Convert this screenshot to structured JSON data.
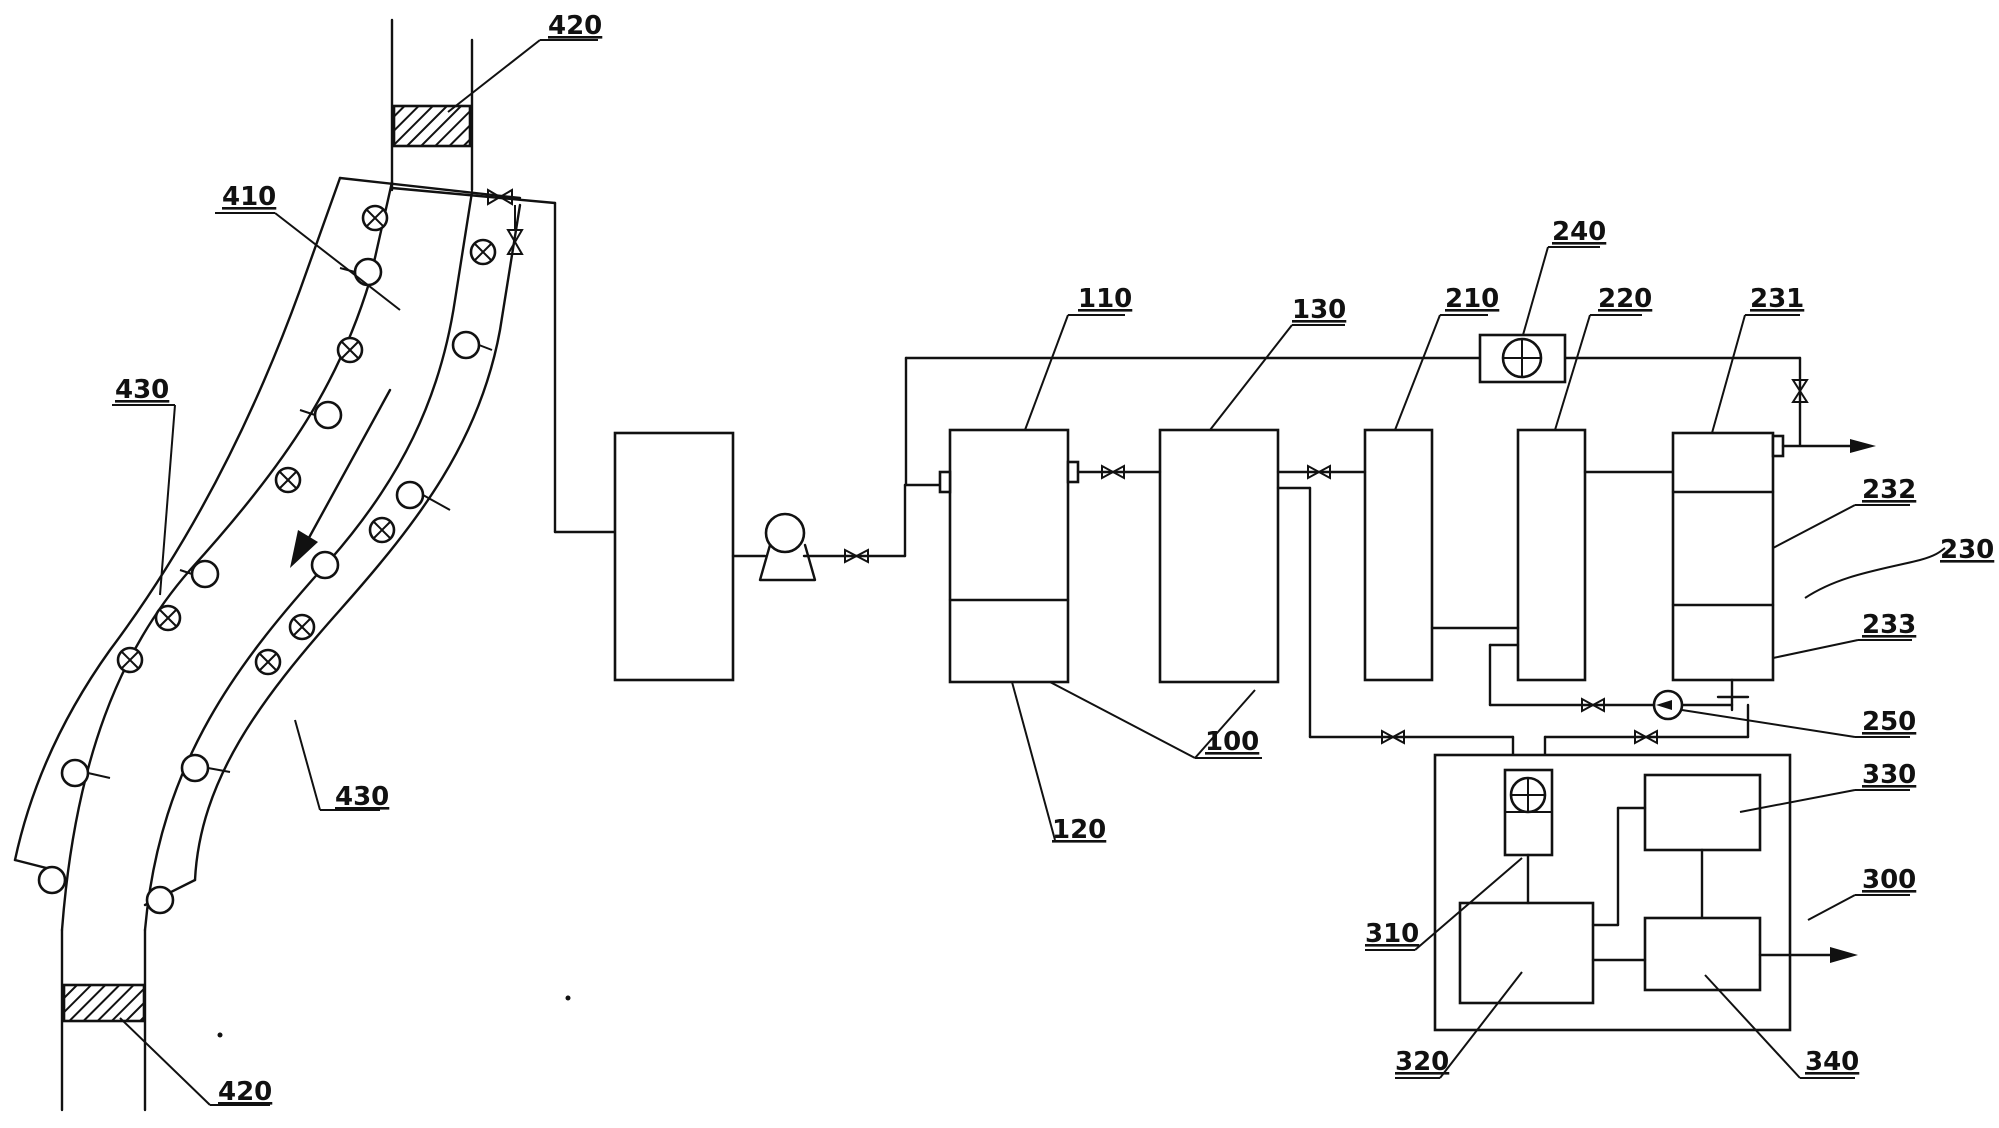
{
  "labels": {
    "l420_top": "420",
    "l410": "410",
    "l430_left": "430",
    "l430_bottom": "430",
    "l420_bottom": "420",
    "l110": "110",
    "l130": "130",
    "l120": "120",
    "l100": "100",
    "l210": "210",
    "l240": "240",
    "l220": "220",
    "l231": "231",
    "l232": "232",
    "l230": "230",
    "l233": "233",
    "l250": "250",
    "l330": "330",
    "l300": "300",
    "l310": "310",
    "l320": "320",
    "l340": "340"
  },
  "colors": {
    "line": "#111111",
    "background": "#ffffff"
  }
}
